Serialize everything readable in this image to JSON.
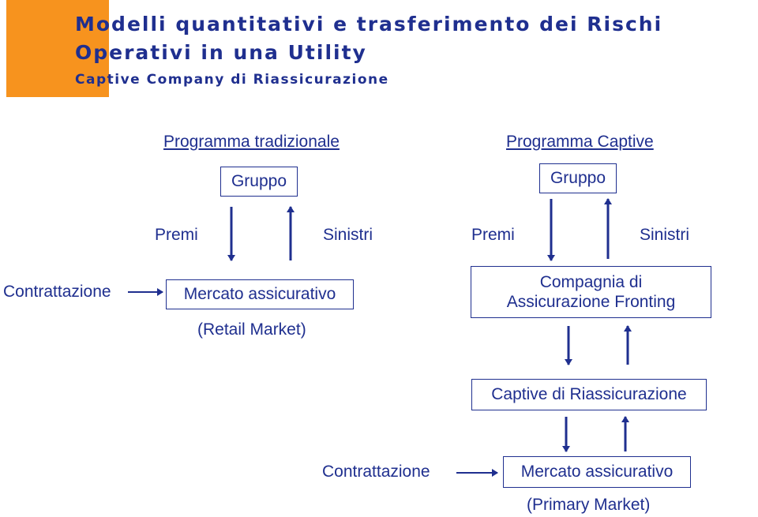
{
  "header": {
    "title_line1": "Modelli quantitativi e trasferimento dei Rischi",
    "title_line2": "Operativi in una Utility",
    "subtitle": "Captive Company di Riassicurazione"
  },
  "left": {
    "heading": "Programma tradizionale",
    "gruppo": "Gruppo",
    "premi": "Premi",
    "sinistri": "Sinistri",
    "contrattazione": "Contrattazione",
    "mercato": "Mercato assicurativo",
    "market_type": "(Retail Market)"
  },
  "right": {
    "heading": "Programma Captive",
    "gruppo": "Gruppo",
    "premi": "Premi",
    "sinistri": "Sinistri",
    "fronting_line1": "Compagnia di",
    "fronting_line2": "Assicurazione Fronting",
    "captive": "Captive di Riassicurazione",
    "contrattazione": "Contrattazione",
    "mercato": "Mercato assicurativo",
    "market_type": "(Primary Market)"
  },
  "colors": {
    "accent": "#f7931e",
    "text": "#1f2f8f"
  }
}
